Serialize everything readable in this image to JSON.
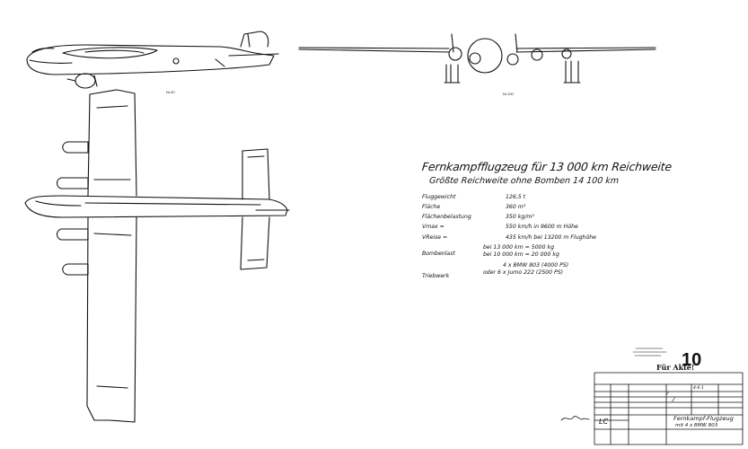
{
  "document": {
    "title": "Fernkampfflugzeug für 13 000 km Reichweite",
    "subtitle": "Größte Reichweite ohne Bomben  14 100 km",
    "side_view_scale": "Ni-40",
    "front_view_scale": "Ni-100",
    "specs": [
      {
        "label": "Fluggewicht",
        "value": "126,5  t"
      },
      {
        "label": "Fläche",
        "value": "360  m²"
      },
      {
        "label": "Flächenbelastung",
        "value": "350  kg/m²"
      },
      {
        "label": "Vmax =",
        "value": "550  km/h  in  9600 m Höhe"
      },
      {
        "label": "VReise =",
        "value": "435  km/h  bei 13200 m Flughöhe"
      }
    ],
    "bombenlast_label": "Bombenlast",
    "bombenlast_lines": [
      "bei 13 000 km = 5000 kg",
      "bei 10 000 km = 20 000 kg"
    ],
    "triebwerk_label": "Triebwerk",
    "triebwerk_lines": [
      "4 x BMW 803  (4000 PS)",
      "oder  6 x Jumo 222  (2500 PS)"
    ]
  },
  "stamp": {
    "number": "10",
    "akte_label": "Für Akte!"
  },
  "title_block": {
    "code": "LC",
    "drawing_name": "Fernkampf-Flugzeug",
    "drawing_engines": "mit 4 x BMW 803",
    "ref": "4-6-1"
  },
  "colors": {
    "ink": "#111111",
    "paper": "#ffffff"
  }
}
